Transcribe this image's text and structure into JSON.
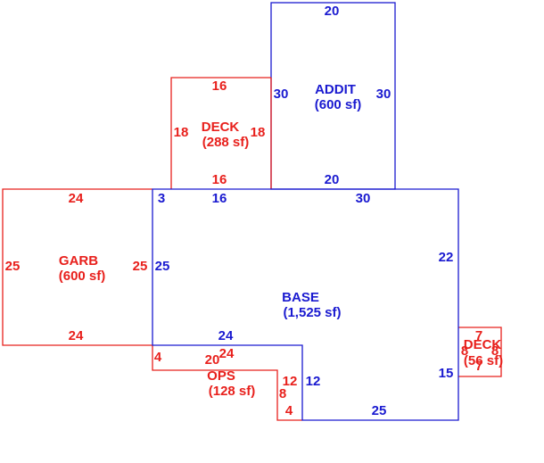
{
  "colors": {
    "red": "#e8201c",
    "blue": "#1a1ad0"
  },
  "areas": {
    "addit": {
      "name": "ADDIT",
      "area": "(600 sf)",
      "top": "20",
      "bottom": "20",
      "left": "30",
      "right": "30"
    },
    "deck_top": {
      "name": "DECK",
      "area": "(288 sf)",
      "top": "16",
      "bottom": "16",
      "left": "18",
      "right": "18"
    },
    "garb": {
      "name": "GARB",
      "area": "(600 sf)",
      "top": "24",
      "bottom": "24",
      "left": "25",
      "right": "25"
    },
    "base": {
      "name": "BASE",
      "area": "(1,525 sf)",
      "top_short": "3",
      "top_mid": "16",
      "top_right": "30",
      "left": "25",
      "right": "22",
      "right_lower": "15",
      "bottom_left": "24",
      "inner_vertical": "12",
      "bottom": "25"
    },
    "ops": {
      "name": "OPS",
      "area": "(128 sf)",
      "top": "24",
      "left": "4",
      "step_top": "20",
      "step_right": "12",
      "bottom_left": "8",
      "bottom": "4"
    },
    "deck_right": {
      "name": "DECK",
      "area": "(56 sf)",
      "top": "7",
      "bottom": "7",
      "left": "8",
      "right": "8"
    }
  }
}
